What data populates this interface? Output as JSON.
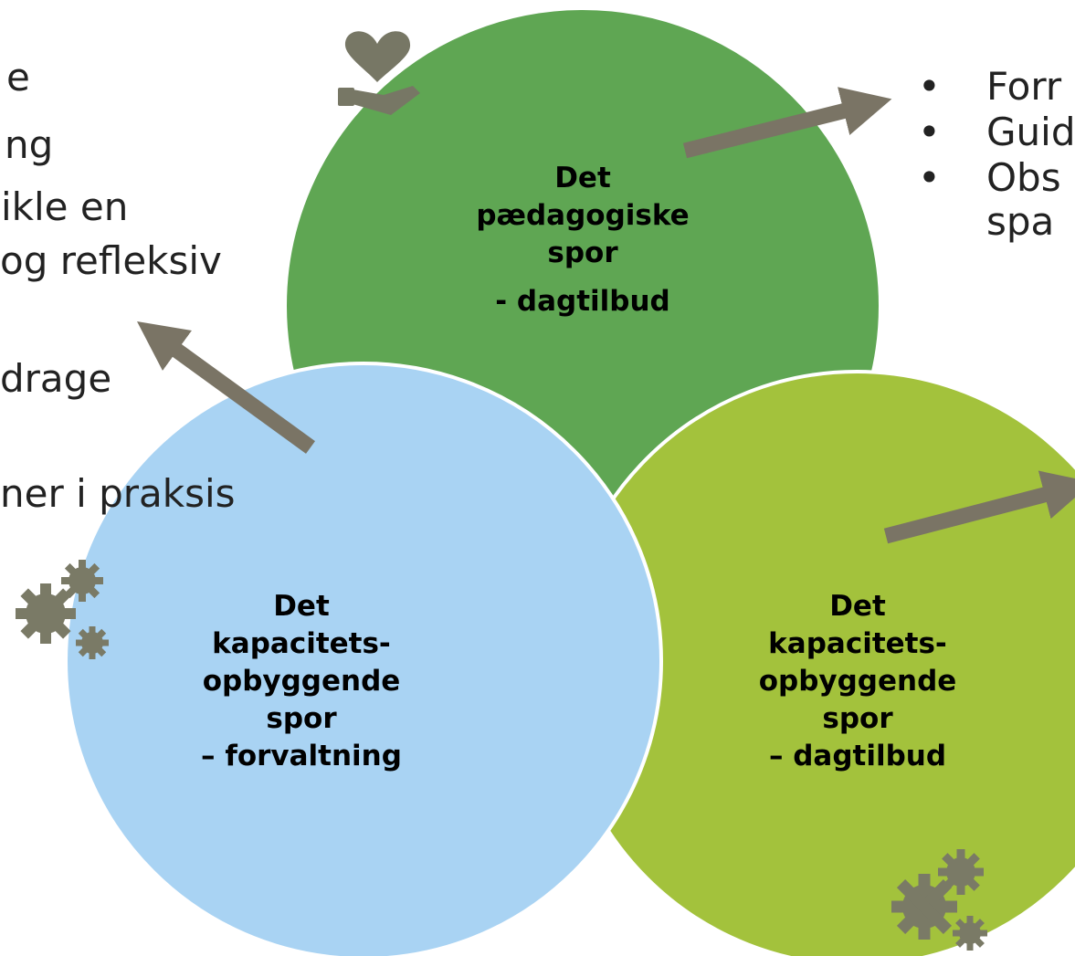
{
  "left_text": {
    "lines": [
      "e",
      "ng",
      "ikle en",
      "og refleksiv",
      "drage",
      "ner i praksis"
    ]
  },
  "right_bullets": {
    "items": [
      "Forr",
      "Guid",
      "Obs"
    ],
    "continuation": "spa"
  },
  "circles": {
    "pedagogical": {
      "lines": [
        "Det",
        "pædagogiske",
        "spor"
      ],
      "subtitle": "- dagtilbud",
      "color": "#5fa653"
    },
    "capacity_administration": {
      "lines": [
        "Det",
        "kapacitets-",
        "opbyggende",
        "spor",
        "– forvaltning"
      ],
      "color": "#a9d3f3"
    },
    "capacity_daycare": {
      "lines": [
        "Det",
        "kapacitets-",
        "opbyggende",
        "spor",
        "– dagtilbud"
      ],
      "color": "#a3c23c"
    }
  },
  "icons": {
    "heart_hand": "heart-in-hand-icon",
    "gears": "gears-icon",
    "arrow": "arrow-icon"
  },
  "colors": {
    "arrow": "#7a7465",
    "icon": "#7a7a66",
    "border": "#ffffff"
  }
}
